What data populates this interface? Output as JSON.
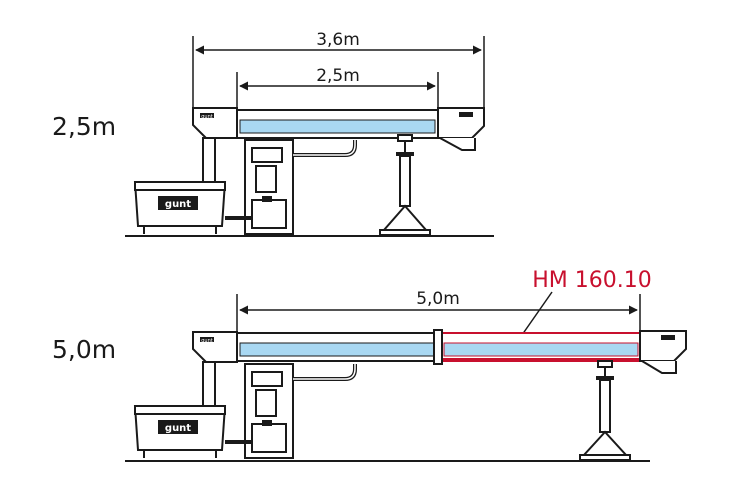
{
  "top": {
    "row_label": "2,5m",
    "dim_outer": "3,6m",
    "dim_inner": "2,5m",
    "brand": "gunt"
  },
  "bottom": {
    "row_label": "5,0m",
    "dim_length": "5,0m",
    "extension_label": "HM 160.10",
    "brand": "gunt"
  },
  "colors": {
    "line": "#1a1a1a",
    "water": "#a9d8f2",
    "highlight": "#c8102e"
  }
}
